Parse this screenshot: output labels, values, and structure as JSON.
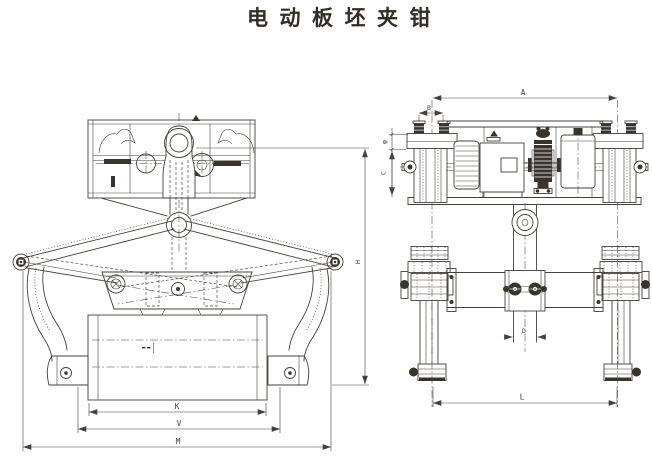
{
  "page": {
    "background": "#ffffff"
  },
  "drawing": {
    "title": "电动板坯夹钳",
    "ink_color": "#46403a",
    "front_view": {
      "label_k": "K",
      "label_v": "V",
      "label_m": "M",
      "label_h": "H"
    },
    "side_view": {
      "label_a": "A",
      "label_b": "B",
      "label_c": "C",
      "label_d": "D",
      "label_l": "L",
      "label_phi": "φ"
    }
  }
}
